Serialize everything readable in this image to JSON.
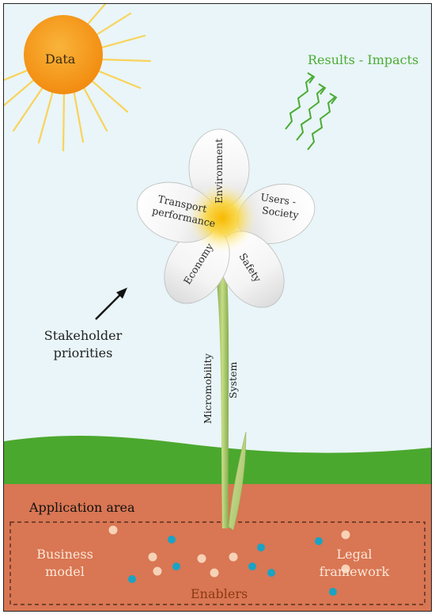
{
  "sun": {
    "label": "Data"
  },
  "results": {
    "label": "Results - Impacts"
  },
  "stakeholder": {
    "label": "Stakeholder priorities"
  },
  "flower": {
    "petals": [
      {
        "name": "environment",
        "label": "Environment"
      },
      {
        "name": "users-society",
        "label_line1": "Users -",
        "label_line2": "Society"
      },
      {
        "name": "safety",
        "label": "Safety"
      },
      {
        "name": "economy",
        "label": "Economy"
      },
      {
        "name": "transport-performance",
        "label_line1": "Transport",
        "label_line2": "performance"
      }
    ],
    "stem_line1": "Micromobility",
    "stem_line2": "System"
  },
  "soil": {
    "application_area": "Application area",
    "business_model": "Business model",
    "legal_framework": "Legal framework",
    "enablers": "Enablers"
  },
  "colors": {
    "sky": "#e9f5f8",
    "sun": "#f7a21b",
    "rays": "#f9d35a",
    "grass": "#4ba82e",
    "soil": "#d97653",
    "results_arrows": "#4bab34",
    "dot_peach": "#f7d2b6",
    "dot_teal": "#1aa3c4"
  }
}
